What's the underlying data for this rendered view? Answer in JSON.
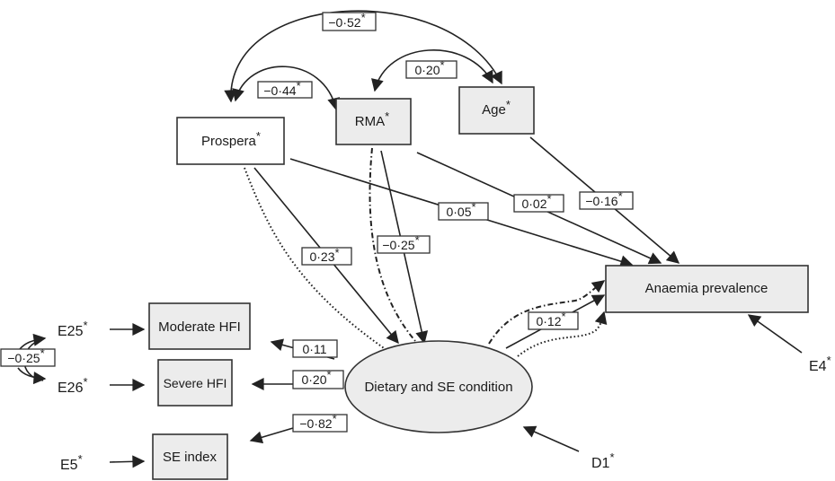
{
  "colors": {
    "grey_fill": "#ececec",
    "white_fill": "#ffffff",
    "stroke": "#222222"
  },
  "nodes": {
    "prospera": {
      "label": "Prospera",
      "sup": "*"
    },
    "rma": {
      "label": "RMA",
      "sup": "*"
    },
    "age": {
      "label": "Age",
      "sup": "*"
    },
    "anaemia": {
      "label": "Anaemia prevalence"
    },
    "dietary": {
      "label": "Dietary and SE condition"
    },
    "moderate_hfi": {
      "label": "Moderate HFI"
    },
    "severe_hfi": {
      "label": "Severe HFI"
    },
    "se_index": {
      "label": "SE index"
    }
  },
  "errors": {
    "e25": {
      "label": "E25",
      "sup": "*"
    },
    "e26": {
      "label": "E26",
      "sup": "*"
    },
    "e5": {
      "label": "E5",
      "sup": "*"
    },
    "e4": {
      "label": "E4",
      "sup": "*"
    },
    "d1": {
      "label": "D1",
      "sup": "*"
    }
  },
  "coefficients": {
    "prospera_age": {
      "value": "−0·52",
      "sup": "*"
    },
    "rma_age": {
      "value": "0·20",
      "sup": "*"
    },
    "prospera_rma": {
      "value": "−0·44",
      "sup": "*"
    },
    "prospera_anaemia": {
      "value": "0·05",
      "sup": "*"
    },
    "rma_anaemia": {
      "value": "0·02",
      "sup": "*"
    },
    "age_anaemia": {
      "value": "−0·16",
      "sup": "*"
    },
    "prospera_dietary": {
      "value": "0·23",
      "sup": "*"
    },
    "rma_dietary": {
      "value": "−0·25",
      "sup": "*"
    },
    "dietary_anaemia": {
      "value": "0·12",
      "sup": "*"
    },
    "dietary_moderate": {
      "value": "0·11",
      "sup": ""
    },
    "dietary_severe": {
      "value": "0·20",
      "sup": "*"
    },
    "dietary_seindex": {
      "value": "−0·82",
      "sup": "*"
    },
    "e25_e26": {
      "value": "−0·25",
      "sup": "*"
    }
  }
}
